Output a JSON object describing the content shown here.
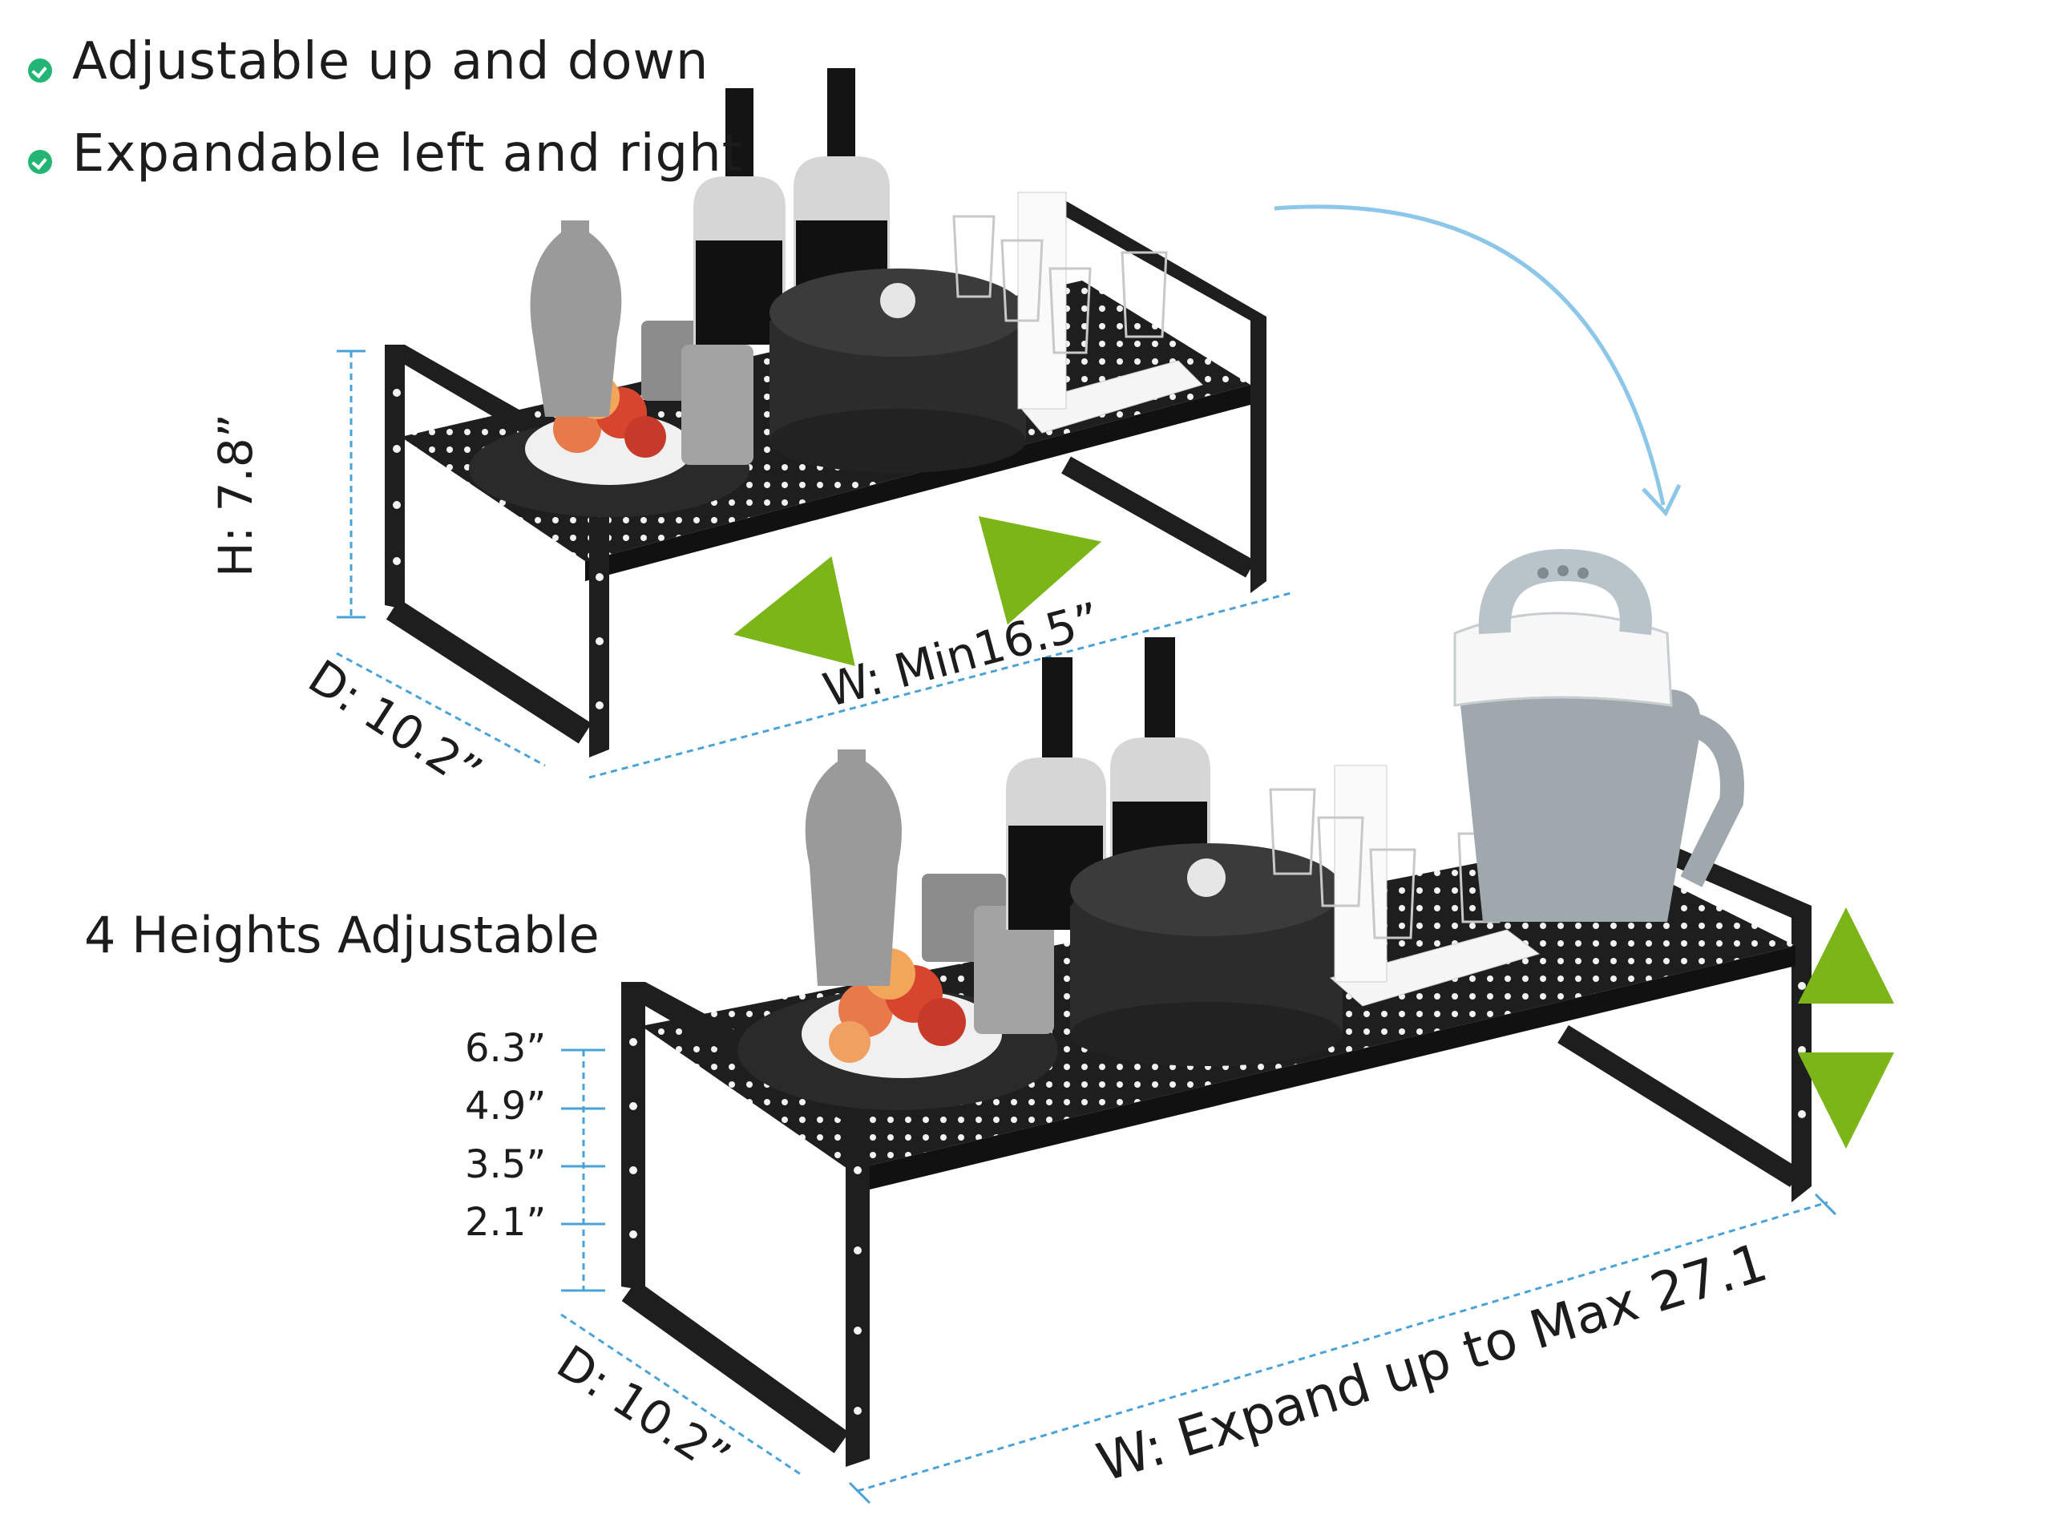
{
  "features": [
    {
      "icon": "check-circle-icon",
      "text": "Adjustable up and down"
    },
    {
      "icon": "check-circle-icon",
      "text": "Expandable left and right"
    }
  ],
  "top_rack": {
    "height_label": "H: 7.8”",
    "depth_label": "D: 10.2”",
    "width_label": "W: Min16.5”"
  },
  "bottom_rack": {
    "heights_title": "4 Heights Adjustable",
    "heights": [
      "6.3”",
      "4.9”",
      "3.5”",
      "2.1”"
    ],
    "depth_label": "D: 10.2”",
    "width_label": "W: Expand up to Max 27.1"
  },
  "colors": {
    "rack": "#1e1e1e",
    "dimension_line": "#4aa3d8",
    "arrow_green": "#7cb518",
    "check_green": "#22b573",
    "curve_arrow": "#8cc6e8"
  }
}
